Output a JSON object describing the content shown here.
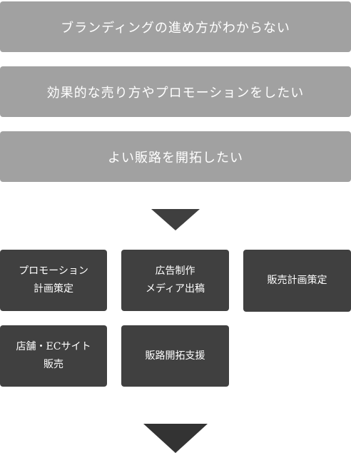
{
  "problems": [
    {
      "text": "ブランディングの進め方がわからない"
    },
    {
      "text": "効果的な売り方やプロモーションをしたい"
    },
    {
      "text": "よい販路を開拓したい"
    }
  ],
  "solutions": [
    {
      "lines": [
        "プロモーション",
        "計画策定"
      ]
    },
    {
      "lines": [
        "広告制作",
        "メディア出稿"
      ]
    },
    {
      "lines": [
        "販売計画策定"
      ]
    },
    {
      "lines": [
        "店舗・ECサイト",
        "販売"
      ]
    },
    {
      "lines": [
        "販路開拓支援"
      ]
    }
  ],
  "colors": {
    "problem_box": "#a1a1a1",
    "solution_box": "#404040",
    "arrow": "#3f3f3f",
    "text": "#ffffff"
  }
}
